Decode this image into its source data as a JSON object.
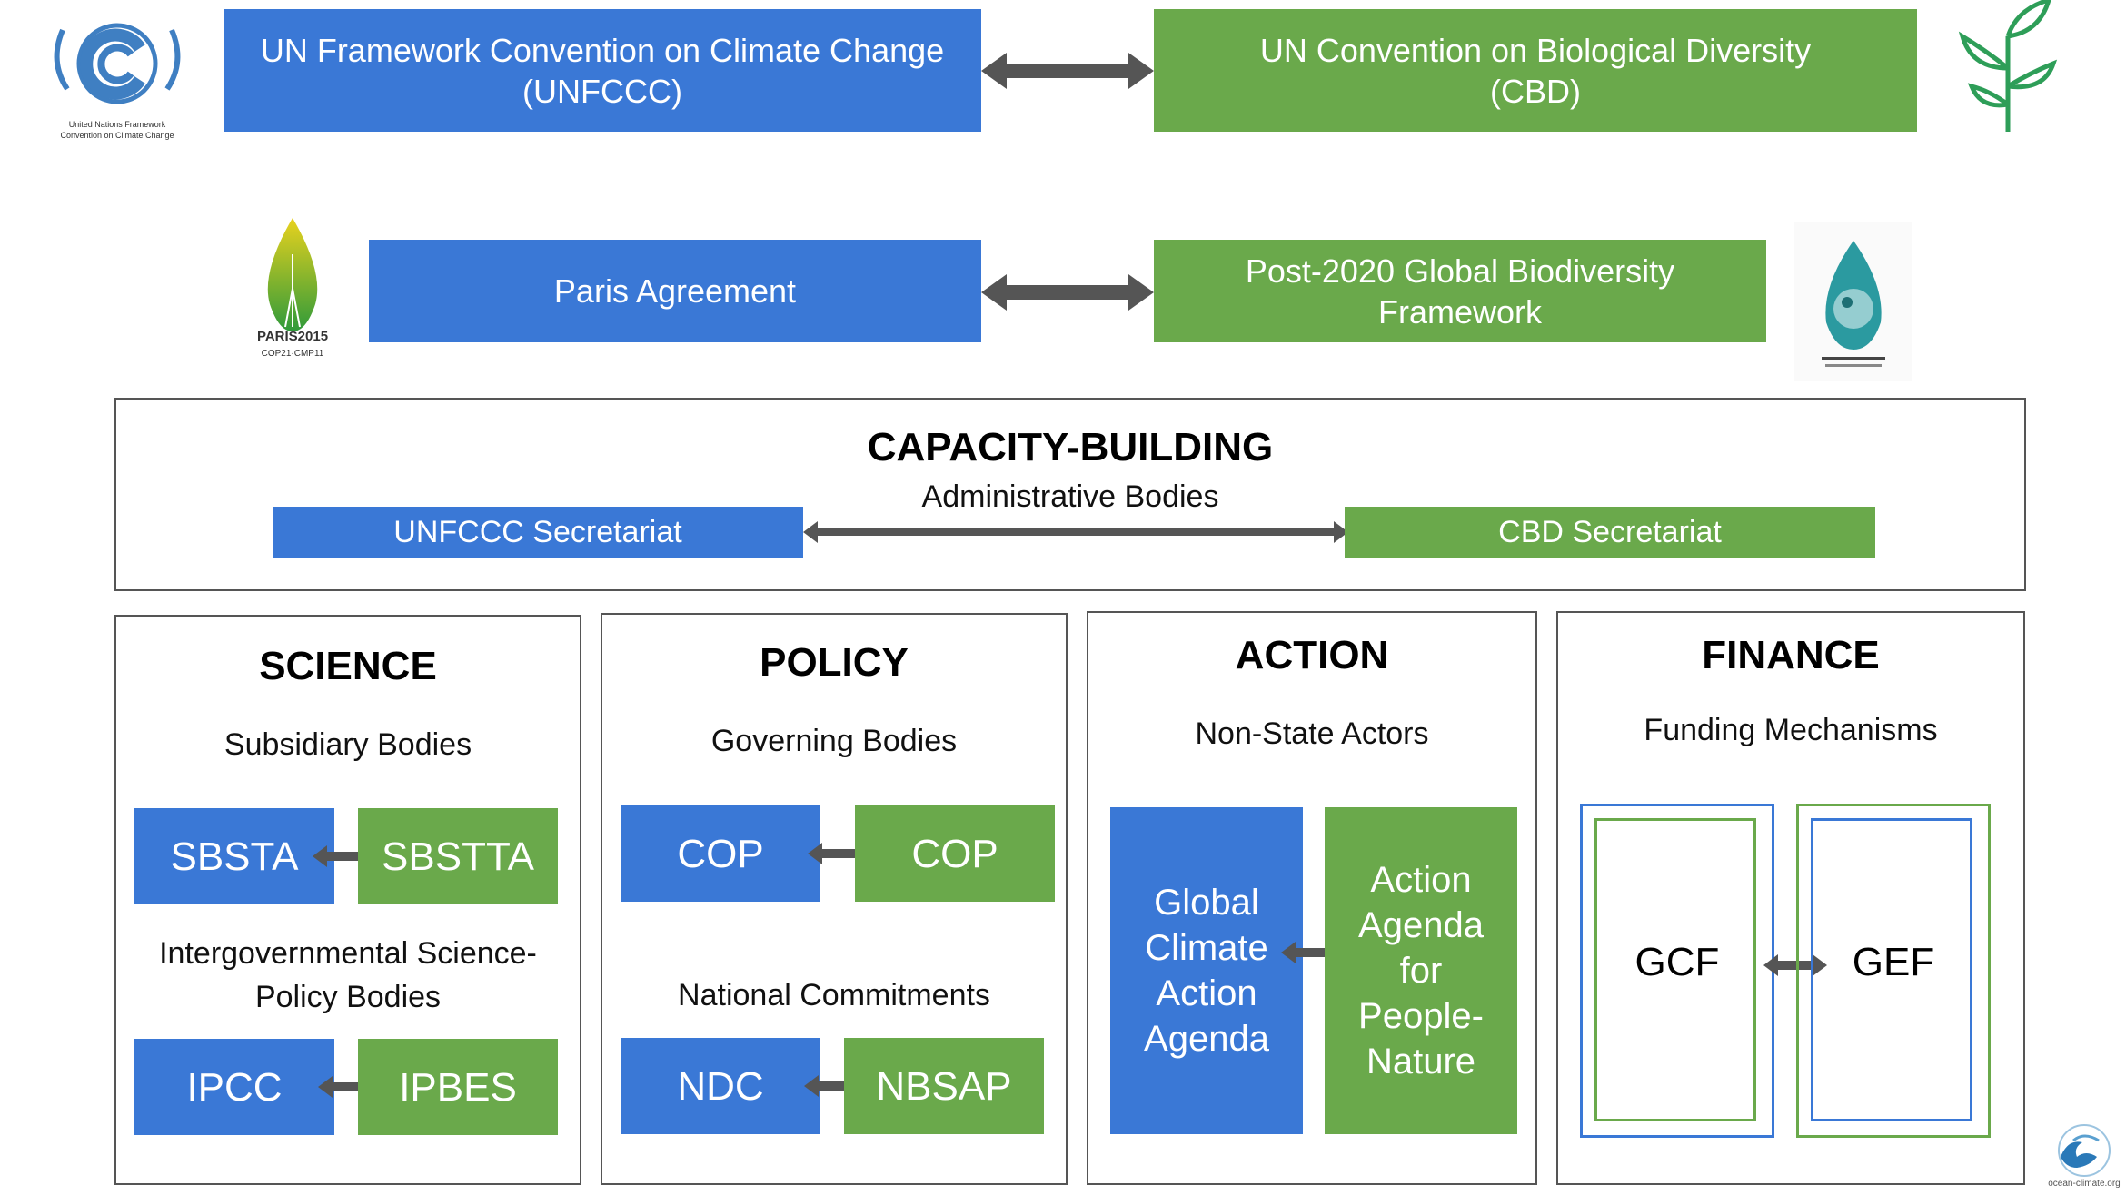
{
  "top": {
    "unfccc": "UN Framework Convention on Climate Change\n(UNFCCC)",
    "cbd": "UN Convention on Biological Diversity\n(CBD)",
    "paris": "Paris Agreement",
    "gbf": "Post-2020 Global Biodiversity\nFramework"
  },
  "logos": {
    "unfccc_text_1": "United Nations Framework",
    "unfccc_text_2": "Convention on Climate Change",
    "paris_text_1": "PARIS2015",
    "paris_text_2": "COP21·CMP11",
    "ocean_text": "ocean-climate.org"
  },
  "capacity": {
    "title": "CAPACITY-BUILDING",
    "subtitle": "Administrative Bodies",
    "left": "UNFCCC Secretariat",
    "right": "CBD Secretariat"
  },
  "science": {
    "title": "SCIENCE",
    "subtitle": "Subsidiary Bodies",
    "left1": "SBSTA",
    "right1": "SBSTTA",
    "subtitle2": "Intergovernmental Science-\nPolicy Bodies",
    "left2": "IPCC",
    "right2": "IPBES"
  },
  "policy": {
    "title": "POLICY",
    "subtitle": "Governing Bodies",
    "left1": "COP",
    "right1": "COP",
    "subtitle2": "National Commitments",
    "left2": "NDC",
    "right2": "NBSAP"
  },
  "action": {
    "title": "ACTION",
    "subtitle": "Non-State Actors",
    "left": "Global\nClimate\nAction\nAgenda",
    "right": "Action\nAgenda\nfor\nPeople-\nNature"
  },
  "finance": {
    "title": "FINANCE",
    "subtitle": "Funding Mechanisms",
    "left": "GCF",
    "right": "GEF"
  },
  "colors": {
    "blue": "#3a78d6",
    "green": "#6aa94b",
    "arrow": "#555555"
  }
}
